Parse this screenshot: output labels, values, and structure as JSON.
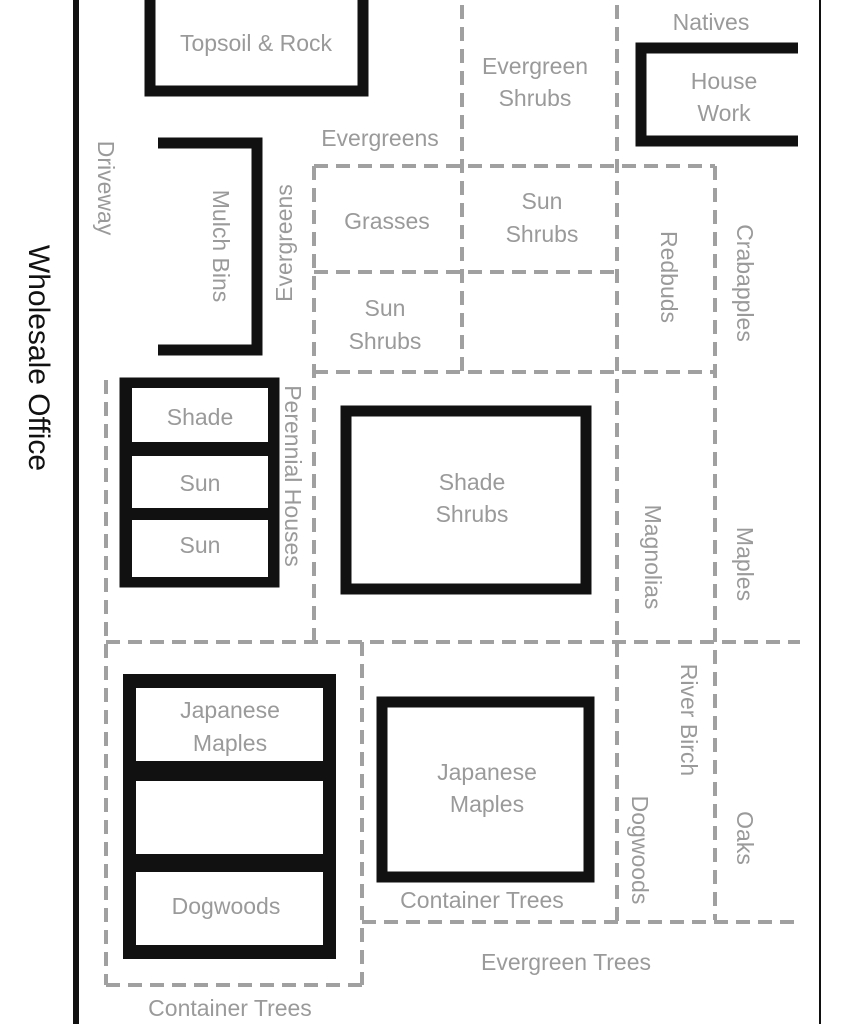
{
  "title": "Wholesale Office",
  "labels": {
    "topsoil": "Topsoil & Rock",
    "natives": "Natives",
    "house_work_1": "House",
    "house_work_2": "Work",
    "evergreen_shrubs_1": "Evergreen",
    "evergreen_shrubs_2": "Shrubs",
    "evergreens_top": "Evergreens",
    "driveway": "Driveway",
    "mulch_bins": "Mulch Bins",
    "evergreens_vertical": "Evergreens",
    "grasses": "Grasses",
    "sun_shrubs_a_1": "Sun",
    "sun_shrubs_a_2": "Shrubs",
    "sun_shrubs_b_1": "Sun",
    "sun_shrubs_b_2": "Shrubs",
    "redbuds": "Redbuds",
    "crabapples": "Crabapples",
    "shade": "Shade",
    "sun_1": "Sun",
    "sun_2": "Sun",
    "perennial_houses": "Perennial Houses",
    "shade_shrubs_1": "Shade",
    "shade_shrubs_2": "Shrubs",
    "magnolias": "Magnolias",
    "maples": "Maples",
    "japanese_maples_left_1": "Japanese",
    "japanese_maples_left_2": "Maples",
    "japanese_maples_center_1": "Japanese",
    "japanese_maples_center_2": "Maples",
    "dogwoods_bin": "Dogwoods",
    "river_birch": "River Birch",
    "dogwoods_vertical": "Dogwoods",
    "oaks": "Oaks",
    "container_trees_center": "Container Trees",
    "evergreen_trees": "Evergreen Trees",
    "container_trees_bottom": "Container Trees"
  },
  "colors": {
    "structure": "#111111",
    "zone_border": "#a0a0a0",
    "label": "#9a9a9a"
  }
}
